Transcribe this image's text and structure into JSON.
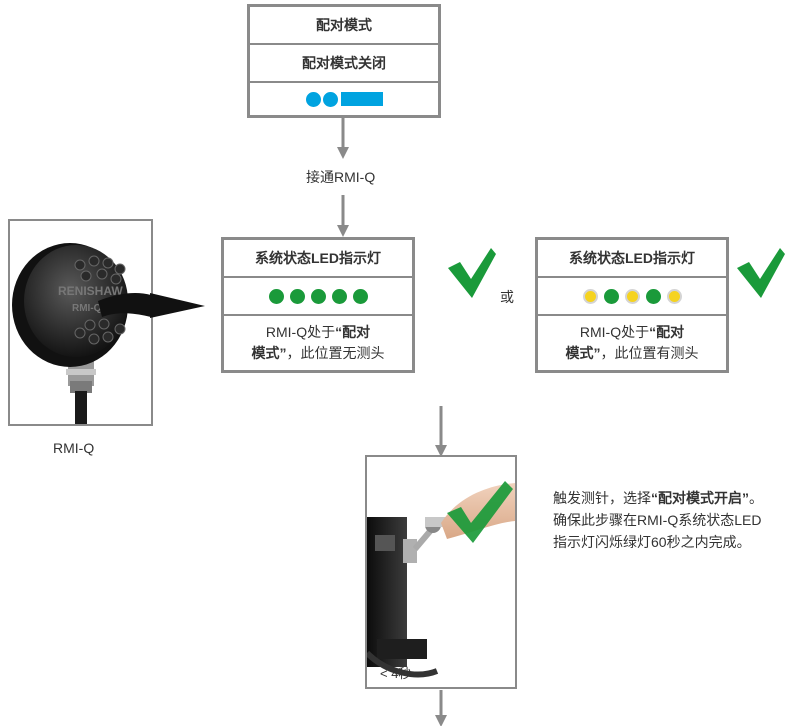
{
  "colors": {
    "blue": "#00a3e0",
    "green": "#1a9a3a",
    "amber": "#f5d320",
    "border": "#8a8a8a"
  },
  "top_box": {
    "title": "配对模式",
    "subtitle": "配对模式关闭"
  },
  "step_connect": "接通RMI-Q",
  "status_left": {
    "title": "系统状态LED指示灯",
    "desc_prefix": "RMI-Q处于",
    "desc_bold_1": "“配对",
    "desc_bold_2": "模式”",
    "desc_suffix": "，此位置无测头"
  },
  "or_label": "或",
  "status_right": {
    "title": "系统状态LED指示灯",
    "desc_prefix": "RMI-Q处于",
    "desc_bold_1": "“配对",
    "desc_bold_2": "模式”",
    "desc_suffix": "，此位置有测头"
  },
  "device_label": "RMI-Q",
  "device_logo": "RENISHAW",
  "device_model": "RMI-Q",
  "timer_label": "< 4秒",
  "instruction": {
    "line1_prefix": "触发测针，选择",
    "line1_bold": "“配对模式开启”",
    "line1_suffix": "。",
    "line2": "确保此步骤在RMI-Q系统状态LED",
    "line3": "指示灯闪烁绿灯60秒之内完成。"
  }
}
